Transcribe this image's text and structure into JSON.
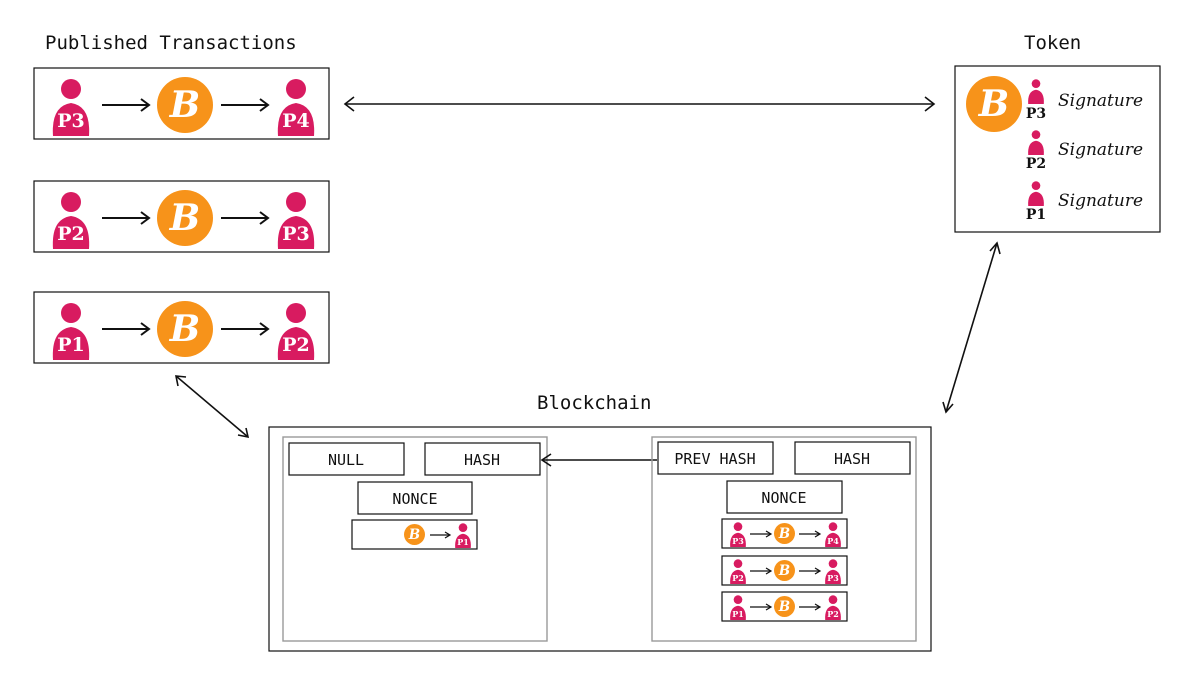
{
  "colors": {
    "person": "#d81b60",
    "coin": "#f7931a",
    "coin_symbol": "#ffffff",
    "stroke": "#111111",
    "inner_stroke": "#999999"
  },
  "icons": {
    "person": "person-icon",
    "coin": "bitcoin-icon",
    "arrow": "arrow-icon"
  },
  "published": {
    "title": "Published Transactions",
    "transactions": [
      {
        "from": "P3",
        "to": "P4"
      },
      {
        "from": "P2",
        "to": "P3"
      },
      {
        "from": "P1",
        "to": "P2"
      }
    ]
  },
  "token": {
    "title": "Token",
    "coin_symbol": "B",
    "signers": [
      {
        "label": "P3",
        "signature": "Signature"
      },
      {
        "label": "P2",
        "signature": "Signature"
      },
      {
        "label": "P1",
        "signature": "Signature"
      }
    ]
  },
  "blockchain": {
    "title": "Blockchain",
    "genesis": {
      "prev": "NULL",
      "hash": "HASH",
      "nonce": "NONCE",
      "tx_to": "P1"
    },
    "block": {
      "prev": "PREV HASH",
      "hash": "HASH",
      "nonce": "NONCE",
      "transactions": [
        {
          "from": "P3",
          "to": "P4"
        },
        {
          "from": "P2",
          "to": "P3"
        },
        {
          "from": "P1",
          "to": "P2"
        }
      ]
    }
  }
}
